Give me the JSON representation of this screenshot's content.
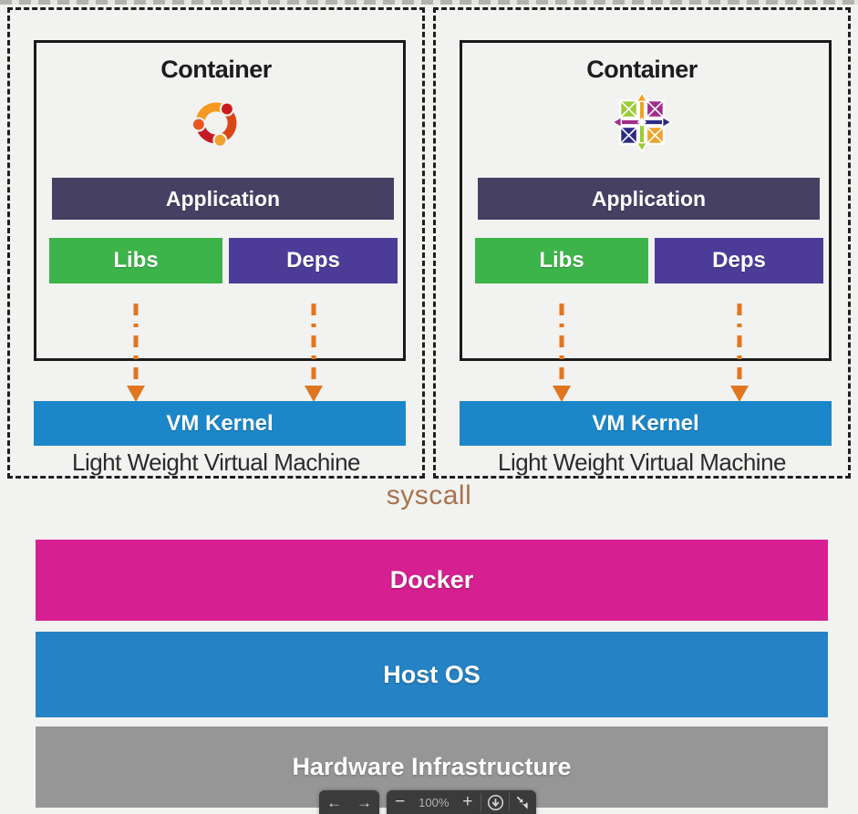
{
  "diagram": {
    "panels": [
      {
        "title": "Container",
        "logo": "ubuntu-logo",
        "application_label": "Application",
        "libs_label": "Libs",
        "deps_label": "Deps",
        "kernel_label": "VM Kernel",
        "caption": "Light Weight Virtual Machine"
      },
      {
        "title": "Container",
        "logo": "centos-logo",
        "application_label": "Application",
        "libs_label": "Libs",
        "deps_label": "Deps",
        "kernel_label": "VM Kernel",
        "caption": "Light Weight Virtual Machine"
      }
    ],
    "syscall_label": "syscall",
    "stack_layers": [
      {
        "label": "Docker",
        "color": "#d62091"
      },
      {
        "label": "Host OS",
        "color": "#2583c5"
      },
      {
        "label": "Hardware Infrastructure",
        "color": "#969696"
      }
    ],
    "colors": {
      "application": "#464063",
      "libs": "#3cb44a",
      "deps": "#4c3c98",
      "kernel": "#1b87c9",
      "arrow": "#e0761f",
      "syscall_text": "#a8734c"
    }
  },
  "toolbar": {
    "prev_icon": "←",
    "next_icon": "→",
    "zoom_out_icon": "−",
    "zoom_level": "100%",
    "zoom_in_icon": "+"
  }
}
